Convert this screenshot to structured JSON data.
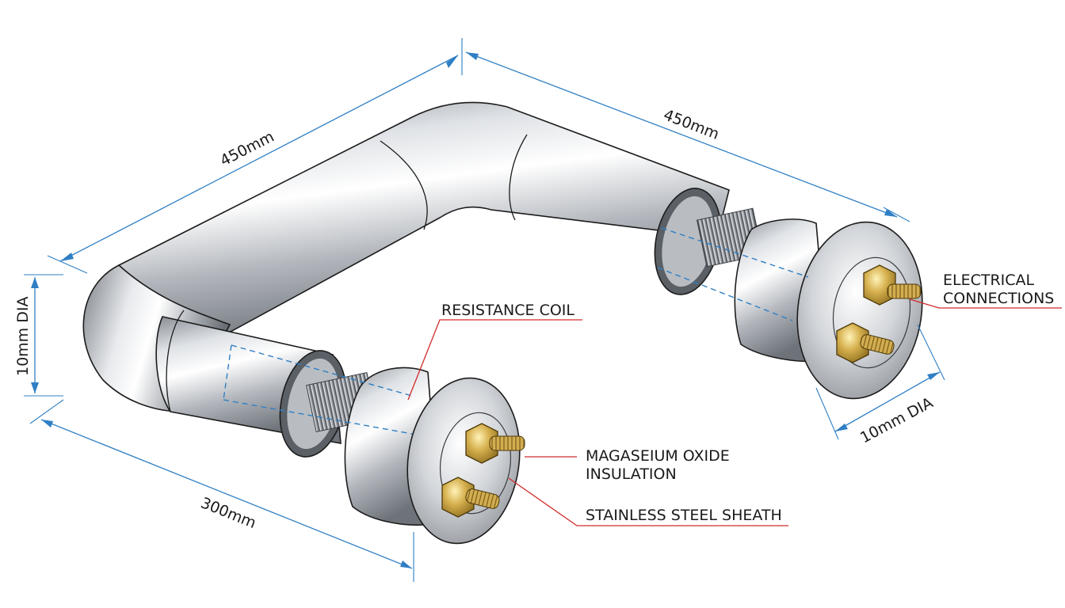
{
  "labels": {
    "resistance_coil": "RESISTANCE COIL",
    "electrical_connections_line1": "ELECTRICAL",
    "electrical_connections_line2": "CONNECTIONS",
    "insulation_line1": "MAGASEIUM OXIDE",
    "insulation_line2": "INSULATION",
    "sheath": "STAINLESS STEEL SHEATH"
  },
  "dimensions": {
    "top_left_length": "450mm",
    "top_right_length": "450mm",
    "bottom_length": "300mm",
    "left_diameter": "10mm DIA",
    "right_diameter": "10mm DIA"
  },
  "colors": {
    "dimension": "#2f7fc4",
    "leader": "#d22a2a",
    "steel_light": "#f2f4f6",
    "steel_dark": "#7c8087",
    "brass": "#c9a646"
  }
}
